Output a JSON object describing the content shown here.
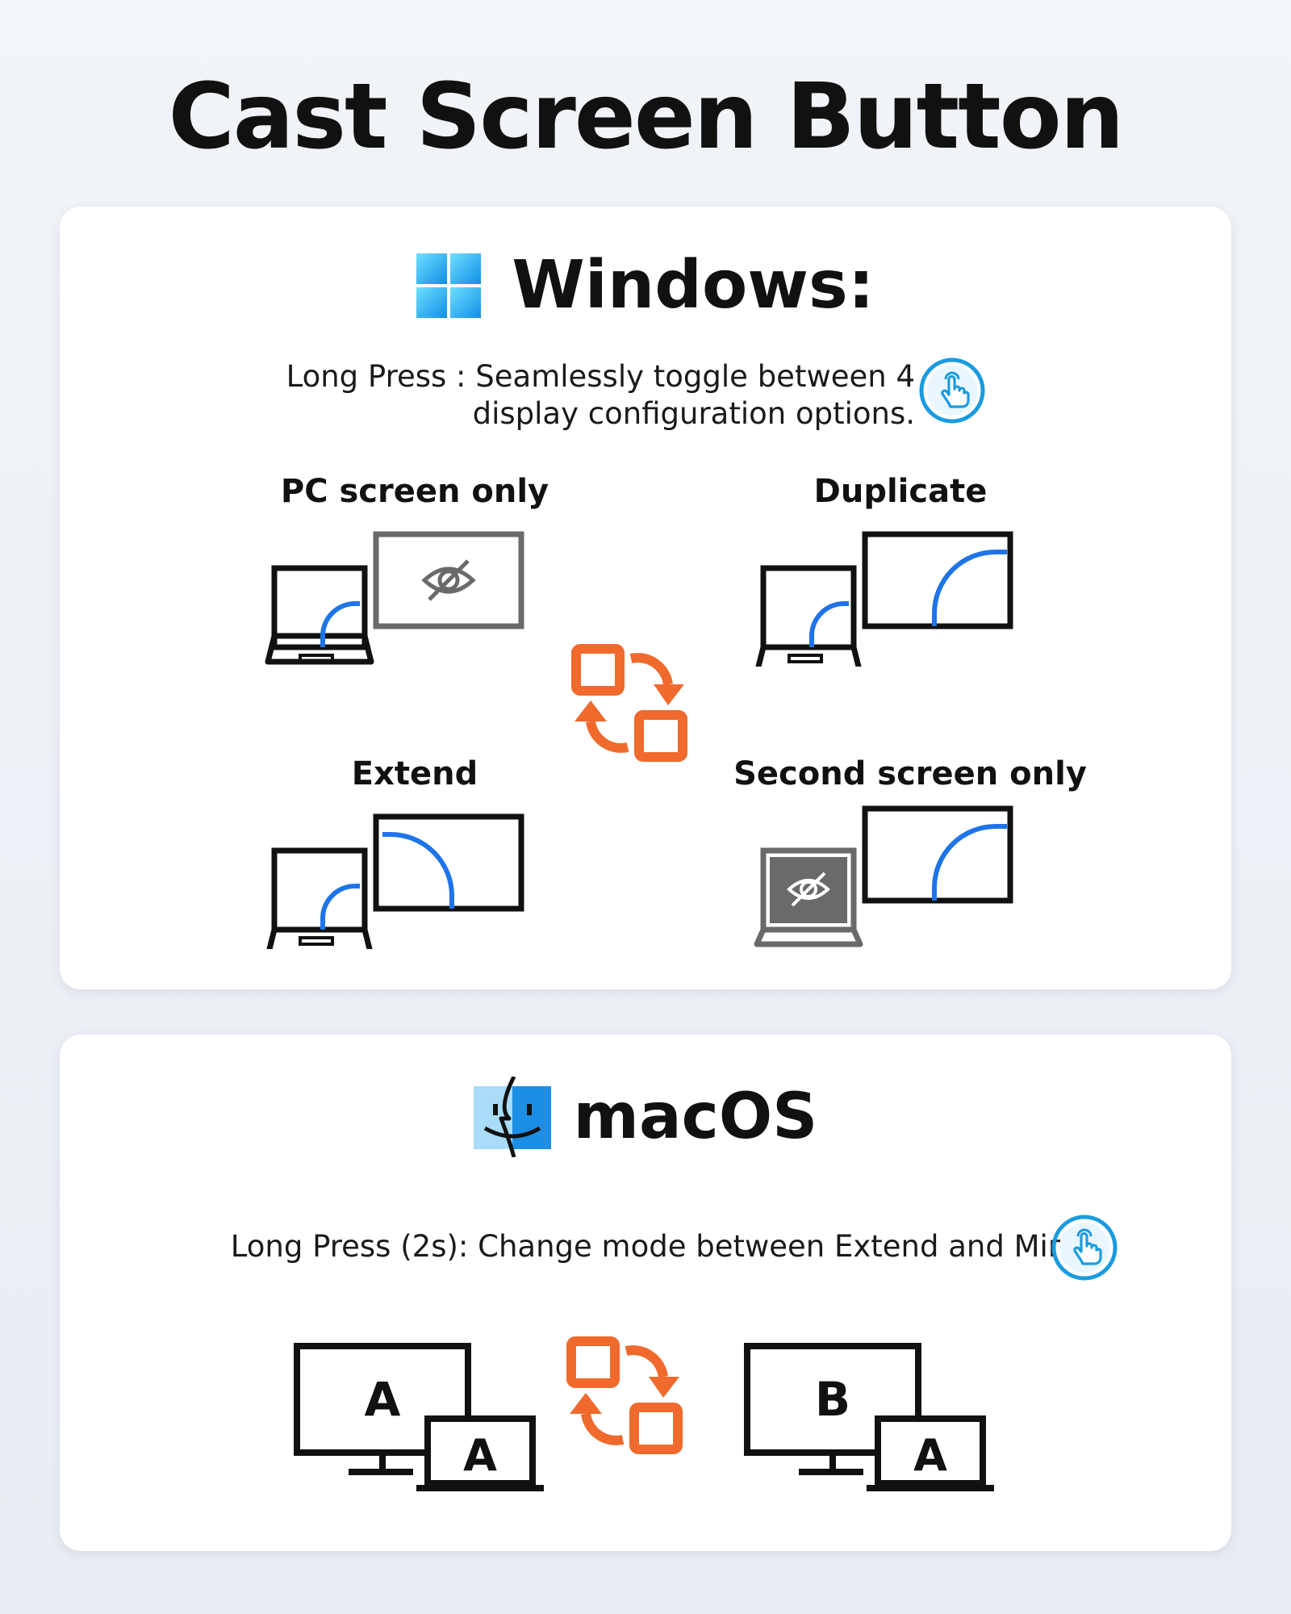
{
  "page": {
    "title": "Cast Screen Button"
  },
  "windows": {
    "title": "Windows:",
    "description_line1": "Long Press : Seamlessly toggle between 4",
    "description_line2": "display configuration options.",
    "modes": [
      {
        "label": "PC  screen only"
      },
      {
        "label": "Duplicate"
      },
      {
        "label": "Extend"
      },
      {
        "label": "Second screen only"
      }
    ]
  },
  "macos": {
    "title": "macOS",
    "description": "Long Press (2s): Change mode between Extend and Mirror.",
    "mode_extend": {
      "monitor": "A",
      "laptop": "A"
    },
    "mode_mirror": {
      "monitor": "B",
      "laptop": "A"
    }
  },
  "icons": {
    "windows_logo": "windows-logo-icon",
    "finder_logo": "finder-face-icon",
    "hand_tap": "hand-tap-icon",
    "cycle": "cycle-swap-icon",
    "hidden_eye": "eye-slash-icon"
  },
  "colors": {
    "accent_blue": "#1e74e8",
    "icon_blue": "#1a9be0",
    "cycle_orange": "#ef6a2c",
    "inactive_gray": "#6a6a6a",
    "ink": "#111111"
  }
}
